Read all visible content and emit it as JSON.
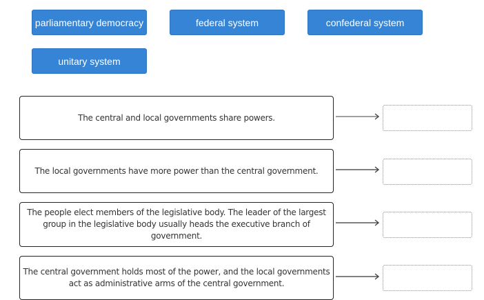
{
  "answer_tiles": [
    {
      "label": "parliamentary democracy"
    },
    {
      "label": "federal system"
    },
    {
      "label": "confederal system"
    },
    {
      "label": "unitary system"
    }
  ],
  "statements": [
    {
      "text": "The central and local governments share powers."
    },
    {
      "text": "The local governments have more power than the central government."
    },
    {
      "text": "The people elect members of the legislative body. The leader of the largest group in the legislative body usually heads the executive branch of government."
    },
    {
      "text": "The central government holds most of the power, and the local governments act as administrative arms of the central government."
    }
  ],
  "drop_targets": [
    {
      "value": ""
    },
    {
      "value": ""
    },
    {
      "value": ""
    },
    {
      "value": ""
    }
  ],
  "colors": {
    "tile_bg": "#3584d6",
    "tile_text": "#ffffff",
    "statement_border": "#222222",
    "drop_border": "#8a8a8a"
  }
}
